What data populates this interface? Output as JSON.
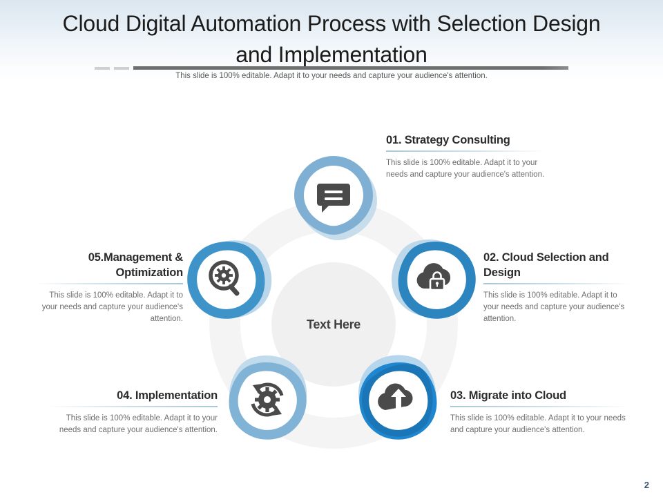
{
  "slide": {
    "title": "Cloud Digital Automation Process with Selection Design and Implementation",
    "subtitle": "This slide is 100% editable. Adapt it to your needs and capture your audience's attention.",
    "page_number": "2",
    "center_label": "Text Here"
  },
  "colors": {
    "header_gradient_top": "#dbe7f0",
    "title_text": "#1b1b1b",
    "subtitle_text": "#595959",
    "body_text": "#6d6d6d",
    "heading_text": "#2b2b2b",
    "center_circle": "#f0f0f0",
    "ring": "#f4f4f4",
    "icon_gray": "#4a4a4a",
    "pin_blue_light": "#8fbcd9",
    "pin_blue_mid": "#5ba3d0",
    "pin_blue_strong": "#2d85c0",
    "pin_blue_bright": "#1f86d0",
    "pin_blue_dark": "#1b5f8f",
    "rule_blue": "#a8c6d8",
    "page_number": "#3c5a74"
  },
  "steps": [
    {
      "id": "01",
      "number_label": "01.",
      "title": "01. Strategy Consulting",
      "body": "This slide is 100% editable. Adapt it to your needs and capture your audience's attention.",
      "icon": "speech-bubble-icon",
      "align": "left"
    },
    {
      "id": "02",
      "number_label": "02.",
      "title": "02. Cloud Selection and Design",
      "body": "This slide is 100% editable. Adapt it to your needs and capture your audience's attention.",
      "icon": "cloud-lock-icon",
      "align": "left"
    },
    {
      "id": "03",
      "number_label": "03.",
      "title": "03. Migrate into Cloud",
      "body": "This slide is 100% editable. Adapt it to your needs and capture your audience's attention.",
      "icon": "cloud-upload-icon",
      "align": "left"
    },
    {
      "id": "04",
      "number_label": "04.",
      "title": "04. Implementation",
      "body": "This slide is 100% editable. Adapt it to your needs and capture your audience's attention.",
      "icon": "gear-refresh-icon",
      "align": "right"
    },
    {
      "id": "05",
      "number_label": "05.",
      "title": "05.Management & Optimization",
      "body": "This slide is 100% editable. Adapt it to your needs and capture your audience's attention.",
      "icon": "magnifier-gear-icon",
      "align": "right"
    }
  ]
}
